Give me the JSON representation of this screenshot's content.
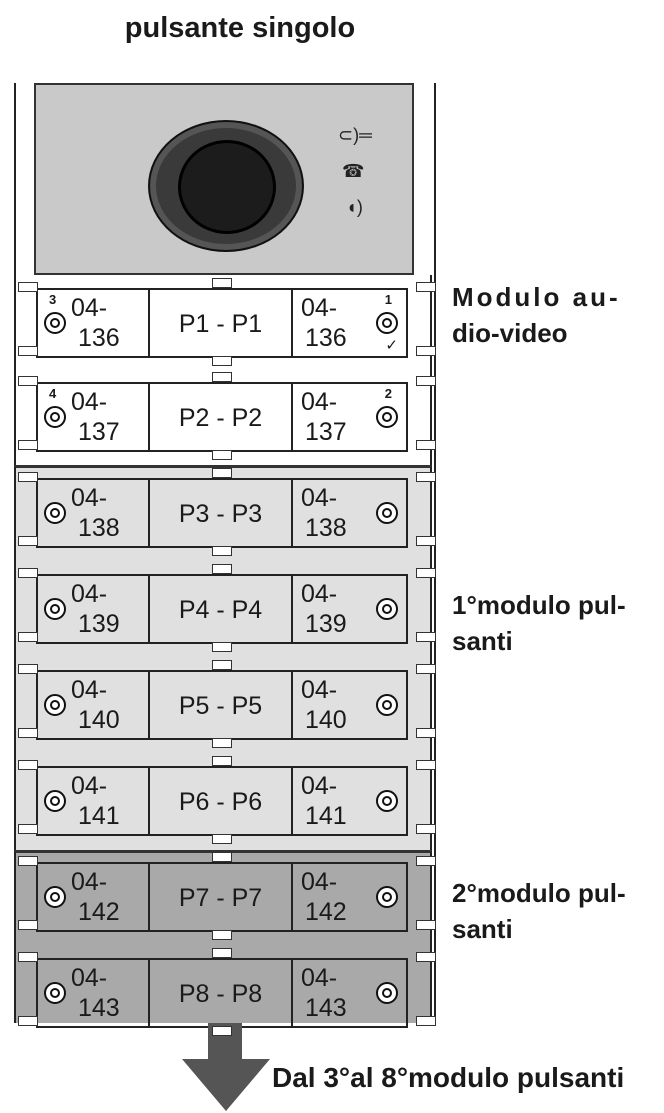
{
  "title": "pulsante singolo",
  "camera_icons": [
    "key-icon",
    "handset-icon",
    "sound-icon"
  ],
  "rows": [
    {
      "left_top": "04-",
      "left_bot": "136",
      "name": "P1 - P1",
      "right_top": "04-",
      "right_bot": "136",
      "left_num": "3",
      "right_num": "1",
      "check": "✓"
    },
    {
      "left_top": "04-",
      "left_bot": "137",
      "name": "P2 - P2",
      "right_top": "04-",
      "right_bot": "137",
      "left_num": "4",
      "right_num": "2",
      "check": ""
    },
    {
      "left_top": "04-",
      "left_bot": "138",
      "name": "P3 - P3",
      "right_top": "04-",
      "right_bot": "138",
      "left_num": "",
      "right_num": "",
      "check": ""
    },
    {
      "left_top": "04-",
      "left_bot": "139",
      "name": "P4 - P4",
      "right_top": "04-",
      "right_bot": "139",
      "left_num": "",
      "right_num": "",
      "check": ""
    },
    {
      "left_top": "04-",
      "left_bot": "140",
      "name": "P5 - P5",
      "right_top": "04-",
      "right_bot": "140",
      "left_num": "",
      "right_num": "",
      "check": ""
    },
    {
      "left_top": "04-",
      "left_bot": "141",
      "name": "P6 - P6",
      "right_top": "04-",
      "right_bot": "141",
      "left_num": "",
      "right_num": "",
      "check": ""
    },
    {
      "left_top": "04-",
      "left_bot": "142",
      "name": "P7 - P7",
      "right_top": "04-",
      "right_bot": "142",
      "left_num": "",
      "right_num": "",
      "check": ""
    },
    {
      "left_top": "04-",
      "left_bot": "143",
      "name": "P8 - P8",
      "right_top": "04-",
      "right_bot": "143",
      "left_num": "",
      "right_num": "",
      "check": ""
    }
  ],
  "labels": {
    "audio_video_line1": "Modulo au-",
    "audio_video_line2": "dio-video",
    "module1_line1": "1°modulo pul-",
    "module1_line2": "santi",
    "module2_line1": "2°modulo pul-",
    "module2_line2": "santi",
    "bottom": "Dal 3°al 8°modulo pulsanti"
  },
  "colors": {
    "audio_module_bg": "#ffffff",
    "module1_bg": "#e0e0e0",
    "module2_bg": "#a9a9a9",
    "camera_panel_bg": "#c9c9c9",
    "arrow": "#555555"
  }
}
